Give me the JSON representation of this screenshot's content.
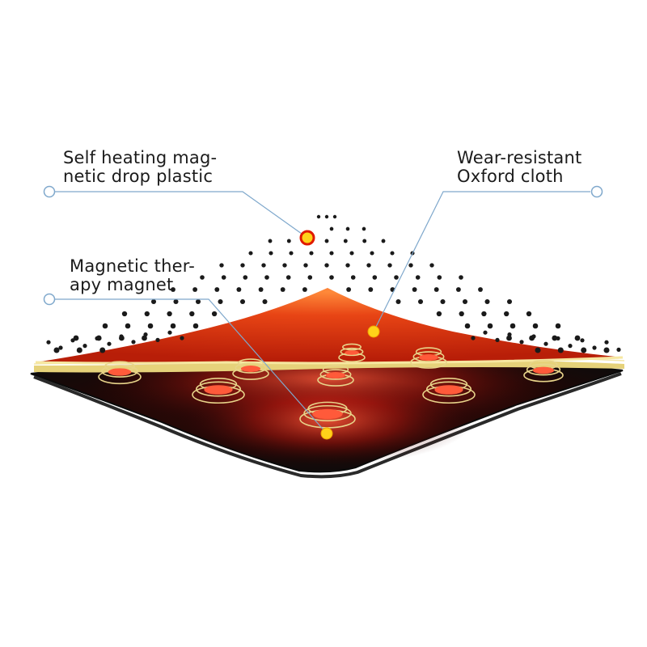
{
  "labels": {
    "heating": {
      "line1": "Self heating mag-",
      "line2": "netic drop plastic"
    },
    "magnet": {
      "line1": "Magnetic ther-",
      "line2": "apy magnet"
    },
    "oxford": {
      "line1": "Wear-resistant",
      "line2": "Oxford cloth"
    }
  },
  "colors": {
    "callout_line": "#7fa8cc",
    "marker_fill": "#ffd21a",
    "marker_ring": "#e01a00",
    "heat_layer": "#e8401a",
    "base_pad": "#141414",
    "gold_layer": "#e6d27a",
    "dots": "#1a1a1a"
  }
}
